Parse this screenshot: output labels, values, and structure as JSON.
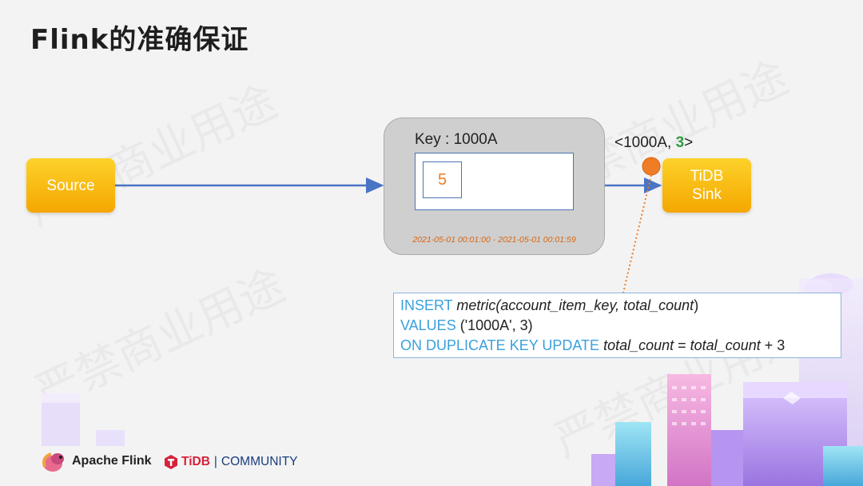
{
  "slide": {
    "title": "Flink的准确保证",
    "watermark": "严禁商业用途"
  },
  "diagram": {
    "source_label": "Source",
    "sink_label_line1": "TiDB",
    "sink_label_line2": "Sink",
    "window_key": "Key : 1000A",
    "window_count": "5",
    "window_range": "2021-05-01 00:01:00 - 2021-05-01 00:01:59",
    "emit_prefix": "<1000A, ",
    "emit_count": "3",
    "emit_suffix": ">",
    "colors": {
      "box_fill": "#f9b70f",
      "arrow": "#4a74c4",
      "marker": "#ef7d25",
      "sql_keyword": "#3aa0dd",
      "emit_count": "#2f9e3e"
    }
  },
  "sql": {
    "l1_kw": "INSERT ",
    "l1_table": "metric",
    "l1_open": "(",
    "l1_cols": "account_item_key, total_count",
    "l1_close": ")",
    "l2_kw": "VALUES ",
    "l2_vals": "('1000A', 3)",
    "l3_kw": "ON DUPLICATE KEY UPDATE ",
    "l3_lhs": "total_count",
    "l3_eq": " = ",
    "l3_rhs": "total_count",
    "l3_tail": " + 3"
  },
  "footer": {
    "flink_label": "Apache Flink",
    "tidb_name": "TiDB",
    "tidb_separator": "|",
    "tidb_community": "COMMUNITY"
  }
}
